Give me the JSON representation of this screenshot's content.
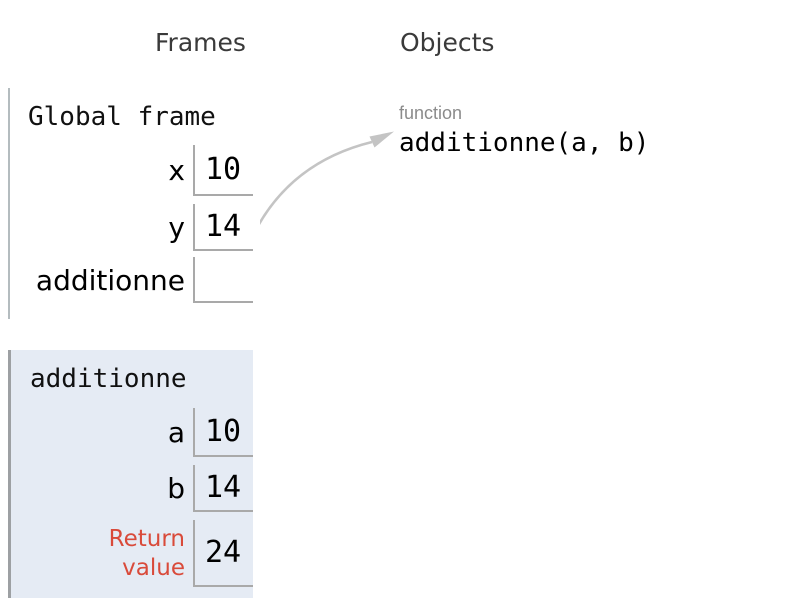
{
  "headers": {
    "frames": "Frames",
    "objects": "Objects"
  },
  "global_frame": {
    "title": "Global frame",
    "vars": [
      {
        "name": "x",
        "value": "10"
      },
      {
        "name": "y",
        "value": "14"
      },
      {
        "name": "additionne",
        "value": ""
      }
    ]
  },
  "function_frame": {
    "title": "additionne",
    "vars": [
      {
        "name": "a",
        "value": "10"
      },
      {
        "name": "b",
        "value": "14"
      },
      {
        "name": "Return value",
        "value": "24"
      }
    ]
  },
  "objects": [
    {
      "type_label": "function",
      "repr": "additionne(a, b)"
    }
  ],
  "pointer": {
    "from_var": "additionne",
    "to_object": "additionne(a, b)"
  },
  "colors": {
    "return_label": "#d94a3a",
    "frame_highlight_bg": "#e5ebf4",
    "frame_border": "#9da0a3",
    "cell_border": "#a9a9a9",
    "arrow": "#c4c4c4",
    "header_text": "#3a3a3a",
    "object_type_text": "#8b8b8b"
  }
}
